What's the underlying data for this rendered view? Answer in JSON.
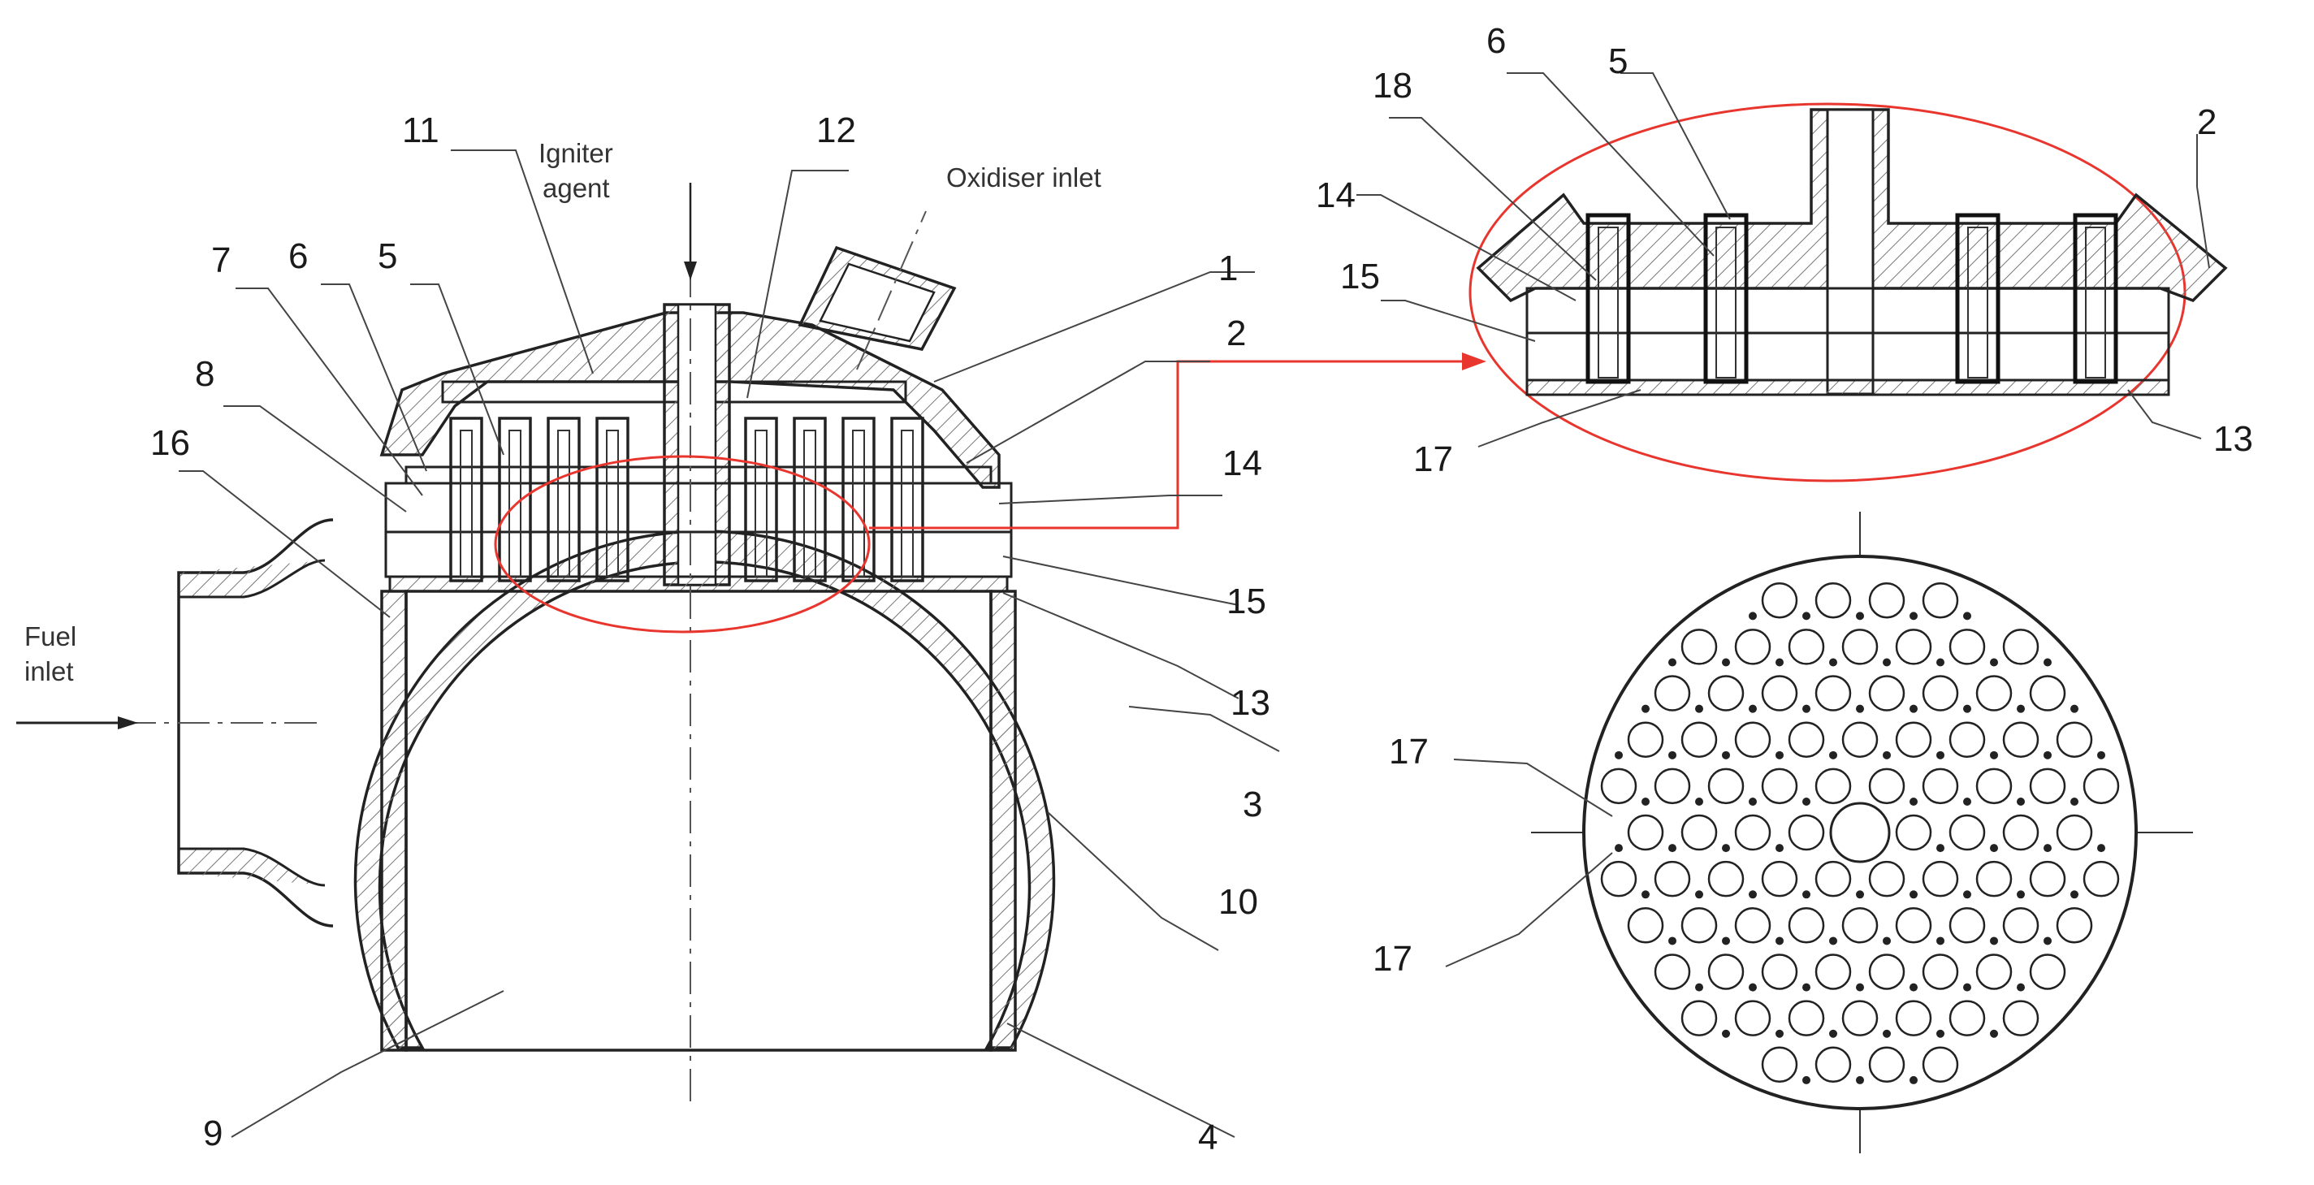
{
  "labels": {
    "fuel_inlet_line1": "Fuel",
    "fuel_inlet_line2": "inlet",
    "igniter_line1": "Igniter",
    "igniter_line2": "agent",
    "oxidiser_inlet": "Oxidiser inlet"
  },
  "main_view": {
    "numbers": [
      "1",
      "2",
      "3",
      "4",
      "5",
      "6",
      "7",
      "8",
      "9",
      "10",
      "11",
      "12",
      "13",
      "14",
      "15",
      "16"
    ]
  },
  "detail_view": {
    "numbers": [
      "18",
      "6",
      "5",
      "2",
      "14",
      "15",
      "17",
      "13"
    ]
  },
  "plate_view": {
    "numbers": [
      "17",
      "17"
    ]
  },
  "colors": {
    "line": "#222222",
    "hatch": "#777777",
    "highlight": "#e8362f"
  }
}
